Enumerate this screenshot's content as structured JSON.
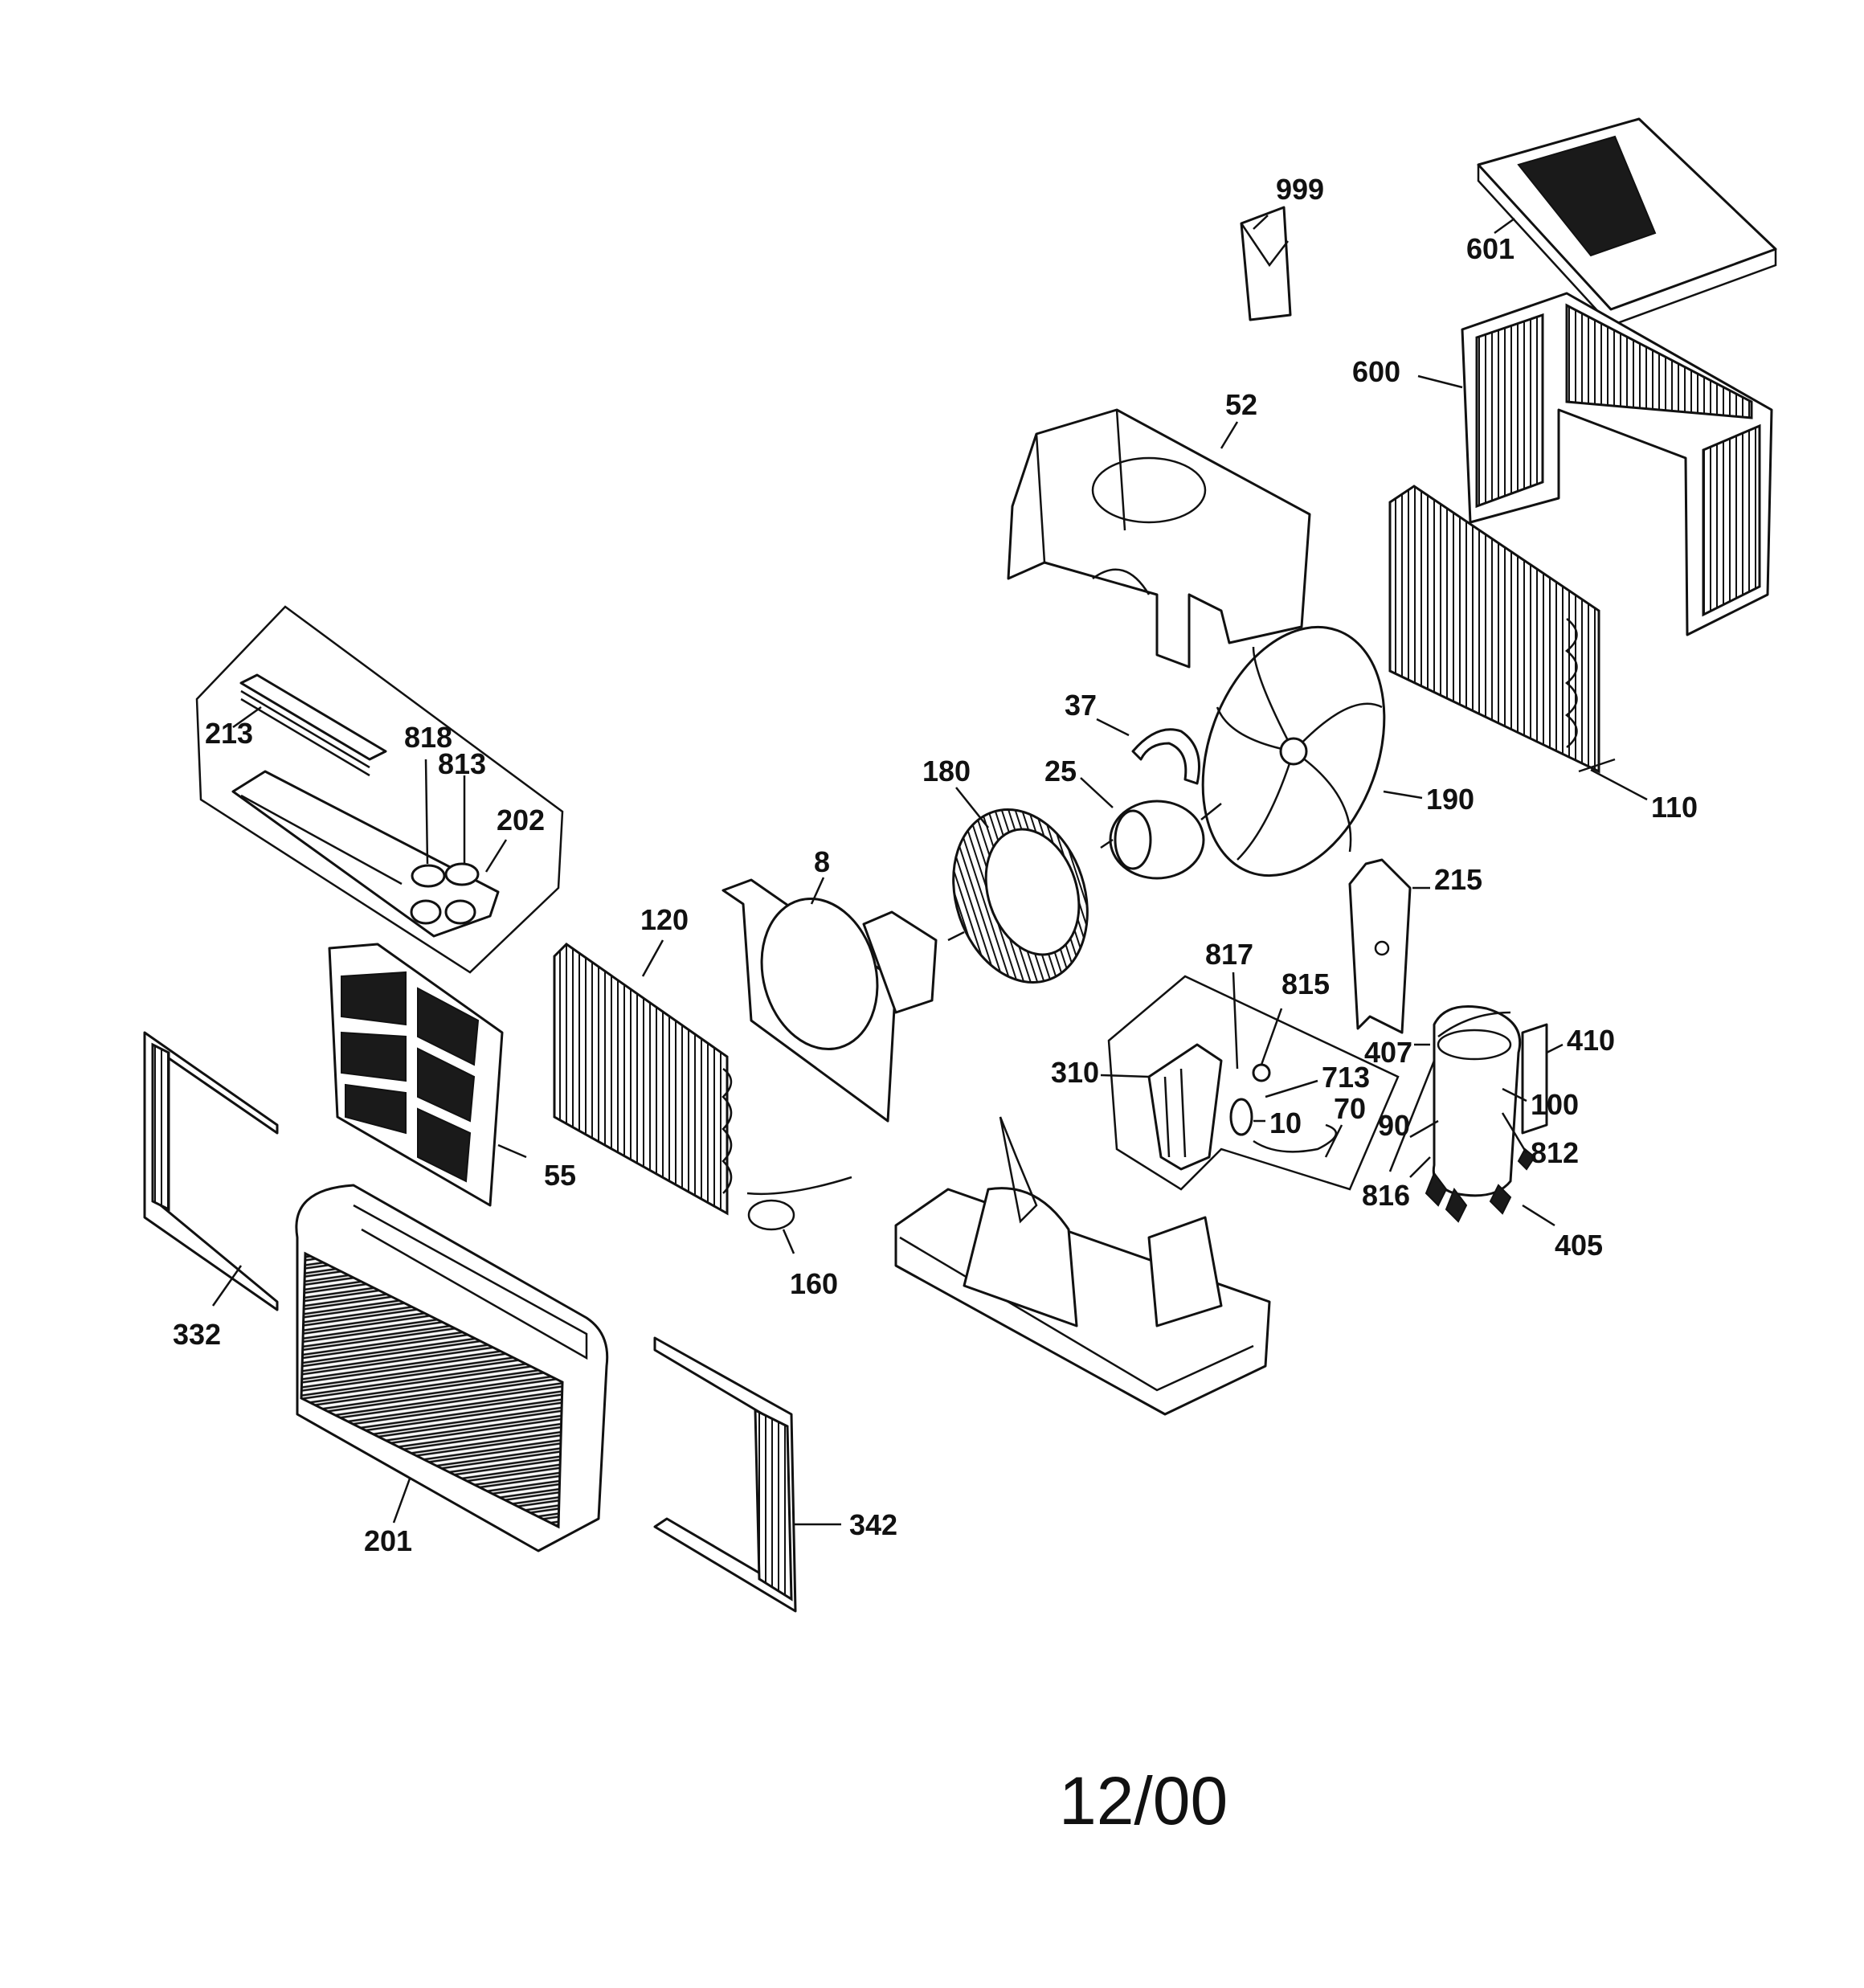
{
  "diagram": {
    "date_code": "12/00",
    "part_labels": {
      "p999": "999",
      "p601": "601",
      "p600": "600",
      "p52": "52",
      "p110": "110",
      "p190": "190",
      "p37": "37",
      "p25": "25",
      "p180": "180",
      "p213": "213",
      "p818": "818",
      "p813": "813",
      "p202": "202",
      "p8": "8",
      "p120": "120",
      "p215": "215",
      "p817": "817",
      "p815": "815",
      "p310": "310",
      "p713": "713",
      "p70": "70",
      "p10": "10",
      "p407": "407",
      "p410": "410",
      "p100": "100",
      "p90": "90",
      "p812": "812",
      "p816": "816",
      "p405": "405",
      "p55": "55",
      "p160": "160",
      "p332": "332",
      "p201": "201",
      "p342": "342"
    }
  }
}
